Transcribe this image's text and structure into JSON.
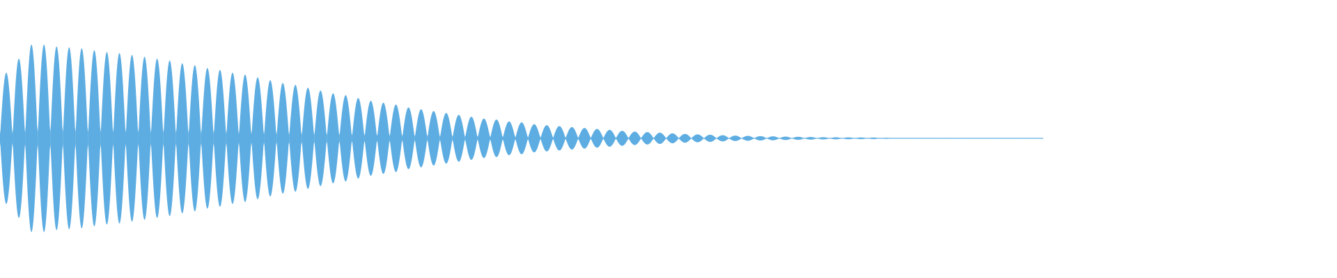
{
  "chart_data": {
    "type": "area",
    "description_of_marks": "",
    "title": "",
    "xlabel": "",
    "ylabel": "",
    "grid": false,
    "legend": "none",
    "color": "#5dade2",
    "ylim": [
      -1,
      1
    ],
    "lobe_peak_amplitudes": [
      0.7,
      0.85,
      1.0,
      1.0,
      0.98,
      0.97,
      0.96,
      0.94,
      0.92,
      0.91,
      0.89,
      0.87,
      0.85,
      0.83,
      0.8,
      0.78,
      0.75,
      0.73,
      0.7,
      0.68,
      0.65,
      0.62,
      0.59,
      0.57,
      0.54,
      0.51,
      0.48,
      0.46,
      0.43,
      0.4,
      0.38,
      0.36,
      0.33,
      0.31,
      0.29,
      0.27,
      0.25,
      0.23,
      0.21,
      0.2,
      0.18,
      0.17,
      0.15,
      0.14,
      0.13,
      0.12,
      0.11,
      0.1,
      0.09,
      0.08,
      0.072,
      0.066,
      0.06,
      0.053,
      0.047,
      0.042,
      0.038,
      0.033,
      0.029,
      0.026,
      0.023,
      0.021,
      0.018,
      0.016,
      0.014,
      0.012,
      0.011,
      0.01,
      0.009,
      0.008,
      0.006,
      0.005,
      0.005,
      0.004,
      0.004,
      0.004,
      0.004,
      0.003,
      0.003,
      0.003,
      0.003,
      0.003,
      0.003
    ]
  }
}
